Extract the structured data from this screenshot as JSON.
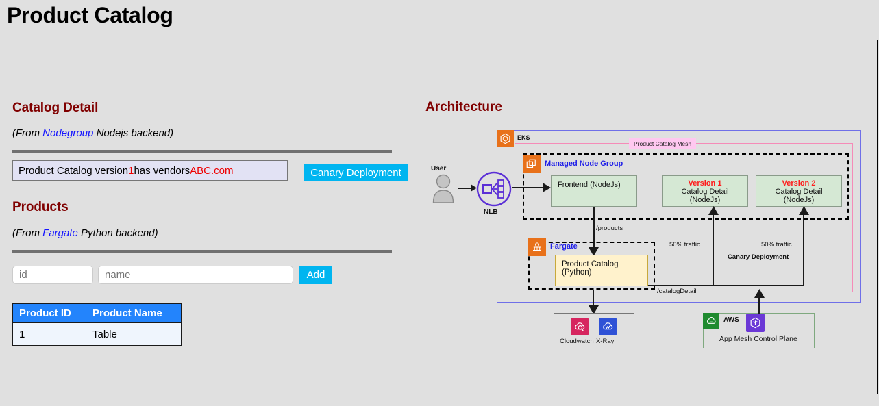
{
  "page": {
    "title": "Product Catalog",
    "background": "#e0e0e0"
  },
  "catalog_detail": {
    "heading": "Catalog Detail",
    "subtitle_prefix": "(From ",
    "subtitle_link": "Nodegroup",
    "subtitle_suffix": " Nodejs backend)",
    "info_prefix": "Product Catalog version ",
    "info_version": "1",
    "info_middle": " has vendors ",
    "info_vendors": "ABC.com",
    "button_label": "Canary Deployment",
    "accent_color": "#800000",
    "link_color": "#1414ff",
    "value_color": "#ee0000",
    "button_color": "#00b5f0"
  },
  "products": {
    "heading": "Products",
    "subtitle_prefix": "(From ",
    "subtitle_link": "Fargate",
    "subtitle_suffix": " Python backend)",
    "id_placeholder": "id",
    "id_value": "",
    "name_placeholder": "name",
    "name_value": "",
    "add_label": "Add",
    "columns": [
      "Product ID",
      "Product Name"
    ],
    "rows": [
      {
        "id": "1",
        "name": "Table"
      }
    ],
    "header_color": "#2384fc",
    "row_color": "#eff5fd"
  },
  "architecture": {
    "heading": "Architecture",
    "actor": "User",
    "nlb": "NLB",
    "eks_tag": "EKS",
    "mesh_tag": "Product Catalog Mesh",
    "managed_node_group": "Managed Node Group",
    "fargate": "Fargate",
    "frontend": "Frontend (NodeJs)",
    "version1_label": "Version 1",
    "version1_name": "Catalog Detail (NodeJs)",
    "version2_label": "Version 2",
    "version2_name": "Catalog Detail (NodeJs)",
    "product_catalog": "Product Catalog (Python)",
    "edge_products": "/products",
    "edge_catalog_detail": "/catalogDetail",
    "traffic_left": "50% traffic",
    "traffic_right": "50% traffic",
    "canary_label": "Canary Deployment",
    "cloudwatch": "Cloudwatch",
    "xray": "X-Ray",
    "aws_tag": "AWS",
    "app_mesh": "App Mesh Control Plane",
    "colors": {
      "eks_border": "#6f6fe8",
      "mesh_border": "#f58bb8",
      "mesh_tag_bg": "#ffc8f0",
      "node_green": "#d5e8d4",
      "node_yellow": "#fff2cc",
      "version_red": "#ff1a1a",
      "label_blue": "#2020e8",
      "aws_orange": "#e8711a",
      "aws_green": "#1f8a2f",
      "appmesh_purple": "#6b38d6",
      "cloudwatch_pink": "#d6265f",
      "xray_blue": "#2f52d6",
      "nlb_purple": "#5b2fd6"
    }
  }
}
